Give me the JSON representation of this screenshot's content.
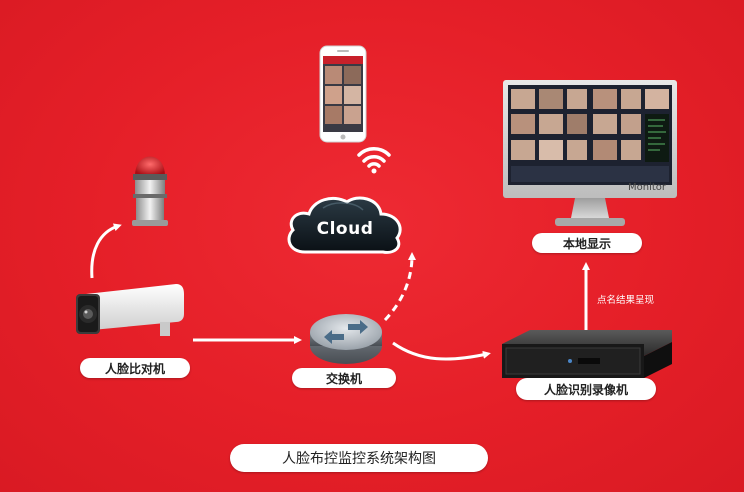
{
  "labels": {
    "camera": "人脸比对机",
    "switch": "交换机",
    "nvr": "人脸识别录像机",
    "display": "本地显示",
    "cloud": "Cloud",
    "monitor_brand": "Monitor",
    "nvr_to_display_note": "点名结果呈现",
    "diagram_title": "人脸布控监控系统架构图"
  },
  "colors": {
    "background": "#e51f28",
    "label_bg": "#ffffff",
    "arrow": "#ffffff"
  },
  "icons": {
    "alarm": "alarm-beacon-icon",
    "phone": "smartphone-icon",
    "wifi": "wifi-icon",
    "cloud": "cloud-icon",
    "camera": "bullet-camera-icon",
    "switch": "network-switch-icon",
    "nvr": "nvr-recorder-icon",
    "monitor": "monitor-icon"
  }
}
